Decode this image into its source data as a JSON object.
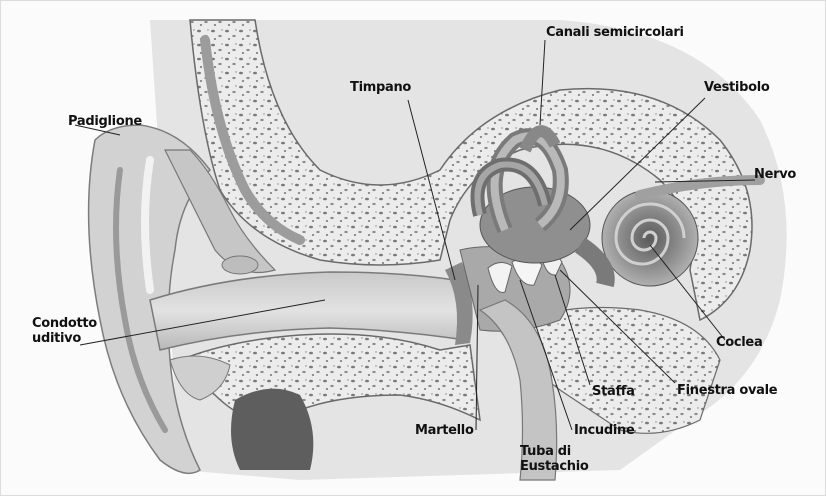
{
  "diagram": {
    "labels": {
      "canali": "Canali semicircolari",
      "timpano": "Timpano",
      "vestibolo": "Vestibolo",
      "padiglione": "Padiglione",
      "nervo": "Nervo",
      "condotto_1": "Condotto",
      "condotto_2": "uditivo",
      "coclea": "Coclea",
      "staffa": "Staffa",
      "finestra": "Finestra ovale",
      "martello": "Martello",
      "incudine": "Incudine",
      "tuba_1": "Tuba di",
      "tuba_2": "Eustachio"
    }
  }
}
